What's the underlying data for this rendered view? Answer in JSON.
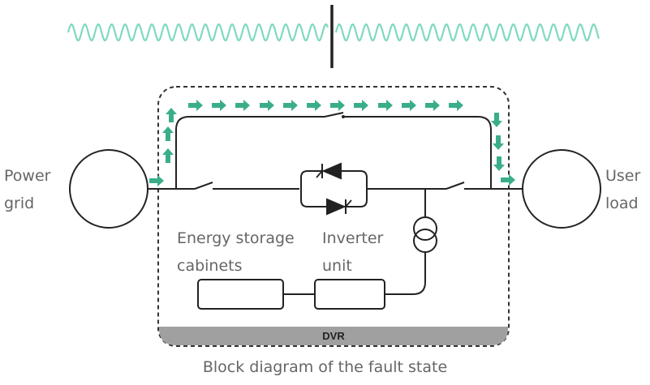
{
  "labels": {
    "power_grid": [
      "Power",
      "grid"
    ],
    "user_load": [
      "User",
      "load"
    ],
    "energy_storage": [
      "Energy storage",
      "cabinets"
    ],
    "inverter": [
      "Inverter",
      "unit"
    ]
  },
  "dvr_label": "DVR",
  "caption": "Block diagram of the fault state",
  "colors": {
    "wave": "#7fd9c0",
    "arrow": "#3aae8a",
    "line": "#222222",
    "dvr_bar": "#a0a0a0",
    "text": "#666666"
  }
}
